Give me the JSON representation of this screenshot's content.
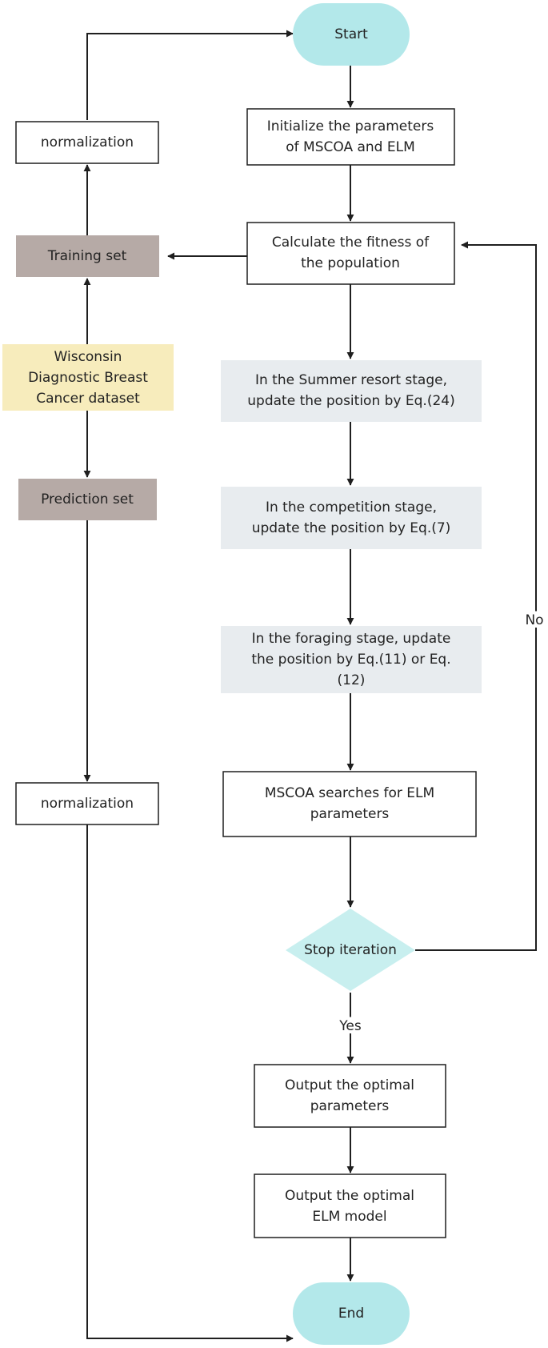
{
  "colors": {
    "terminal": "#b3e8ea",
    "process_plain": "#ffffff",
    "process_gray": "#e8ecef",
    "dataset_tan": "#b6aaa6",
    "dataset_yellow": "#f7ecbc",
    "decision": "#c8efef",
    "stroke": "#1f1f1f"
  },
  "nodes": {
    "start": {
      "lines": [
        "Start"
      ]
    },
    "init": {
      "lines": [
        "Initialize the parameters",
        "of MSCOA and ELM"
      ]
    },
    "fitness": {
      "lines": [
        "Calculate the fitness of",
        "the population"
      ]
    },
    "summer": {
      "lines": [
        "In the Summer resort stage,",
        "update the position by Eq.(24)"
      ]
    },
    "competition": {
      "lines": [
        "In the competition stage,",
        "update the position by Eq.(7)"
      ]
    },
    "foraging": {
      "lines": [
        "In the foraging stage, update",
        "the position by Eq.(11) or Eq.",
        "(12)"
      ]
    },
    "search": {
      "lines": [
        "MSCOA searches for ELM",
        "parameters"
      ]
    },
    "stop": {
      "lines": [
        "Stop iteration"
      ]
    },
    "out_params": {
      "lines": [
        "Output the optimal",
        "parameters"
      ]
    },
    "out_model": {
      "lines": [
        "Output the optimal",
        "ELM model"
      ]
    },
    "end": {
      "lines": [
        "End"
      ]
    },
    "norm_top": {
      "lines": [
        "normalization"
      ]
    },
    "training": {
      "lines": [
        "Training set"
      ]
    },
    "dataset": {
      "lines": [
        "Wisconsin",
        "Diagnostic Breast",
        "Cancer dataset"
      ]
    },
    "prediction": {
      "lines": [
        "Prediction set"
      ]
    },
    "norm_bottom": {
      "lines": [
        "normalization"
      ]
    }
  },
  "edge_labels": {
    "no": "No",
    "yes": "Yes"
  }
}
